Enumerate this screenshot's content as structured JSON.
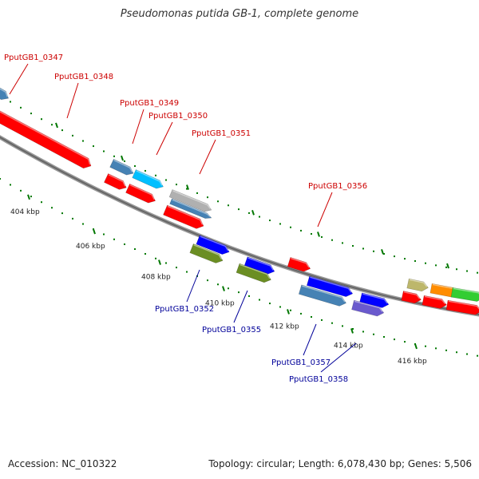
{
  "title": "Pseudomonas putida GB-1, complete genome",
  "footer": {
    "accession": "Accession: NC_010322",
    "topology": "Topology: circular; Length: 6,078,430 bp; Genes: 5,506"
  },
  "axis": {
    "ticks": [
      "404 kbp",
      "406 kbp",
      "408 kbp",
      "410 kbp",
      "412 kbp",
      "414 kbp",
      "416 kbp"
    ]
  },
  "genes": {
    "top": [
      "PputGB1_0347",
      "PputGB1_0348",
      "PputGB1_0349",
      "PputGB1_0350",
      "PputGB1_0351",
      "PputGB1_0356"
    ],
    "bottom": [
      "PputGB1_0352",
      "PputGB1_0355",
      "PputGB1_0357",
      "PputGB1_0358"
    ]
  },
  "colors": {
    "top_label": "#cc0000",
    "bottom_label": "#000099",
    "red": "#ff0000",
    "blue": "#0000ff",
    "steelblue": "#4682b4",
    "cyan": "#00bfff",
    "olive": "#6b8e23",
    "grey": "#b0b0b0",
    "khaki": "#bdb76b",
    "orange": "#ff8c00",
    "green": "#32cd32",
    "purple": "#6a5acd",
    "tick_green": "#007700"
  }
}
